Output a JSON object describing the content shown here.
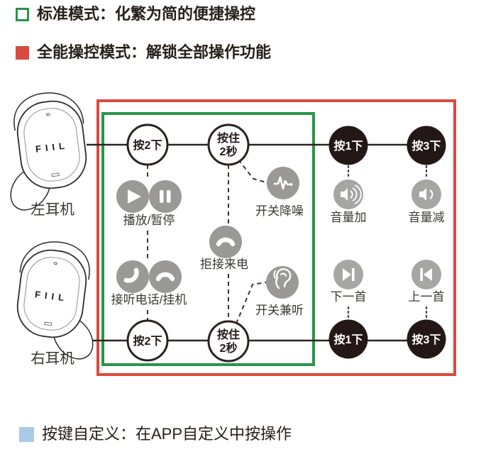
{
  "legend": {
    "standard_mode": "标准模式：化繁为简的便捷操控",
    "full_mode": "全能操控模式：解锁全部操作功能",
    "custom_mode": "按键自定义：在APP自定义中按操作"
  },
  "earbuds": {
    "brand": "FIIL",
    "left_label": "左耳机",
    "right_label": "右耳机"
  },
  "buttons": {
    "press_2": "按2下",
    "hold_l1": "按住",
    "hold_l2": "2秒",
    "press_1": "按1下",
    "press_3": "按3下"
  },
  "actions": {
    "play_pause": "播放/暂停",
    "noise_cancel": "开关降噪",
    "reject_call": "拒接来电",
    "answer_hangup": "接听电话/挂机",
    "ambient_mode": "开关兼听",
    "volume_up": "音量加",
    "volume_down": "音量减",
    "next_track": "下一首",
    "prev_track": "上一首"
  },
  "colors": {
    "standard_green": "#27964a",
    "full_red": "#db4a3e",
    "custom_blue": "#a9cae8",
    "icon_gray": "#9b9995",
    "icon_gray_light": "#a7a6a3",
    "node_black": "#231815",
    "line_dark": "#2b2522",
    "text_dark": "#262019"
  }
}
